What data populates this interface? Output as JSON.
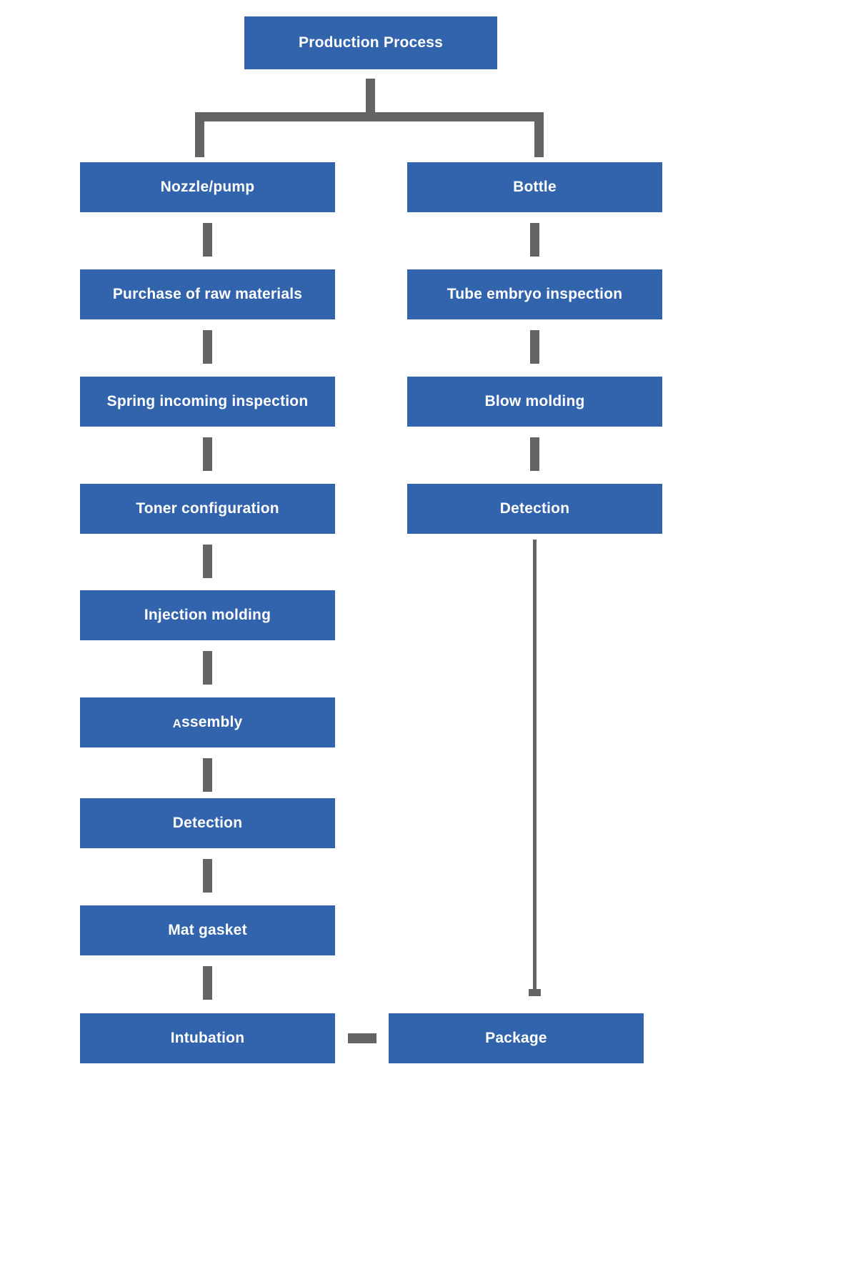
{
  "diagram": {
    "title": "Production Process Flowchart",
    "theme": {
      "node_fill": "#3264ad",
      "node_text": "#ffffff",
      "connector": "#646464",
      "background": "#ffffff"
    },
    "root": {
      "label": "Production Process"
    },
    "branches": [
      {
        "name": "nozzle-pump-branch",
        "head": "Nozzle/pump",
        "steps": [
          "Purchase of raw materials",
          "Spring incoming inspection",
          "Toner configuration",
          "Injection molding",
          "Assembly",
          "Detection",
          "Mat gasket",
          "Intubation"
        ]
      },
      {
        "name": "bottle-branch",
        "head": "Bottle",
        "steps": [
          "Tube embryo inspection",
          "Blow molding",
          "Detection"
        ]
      }
    ],
    "terminal": {
      "label": "Package"
    },
    "node_labels": {
      "root": "Production Process",
      "nozzle_pump": "Nozzle/pump",
      "purchase_raw_materials": "Purchase of raw materials",
      "spring_incoming_inspection": "Spring incoming inspection",
      "toner_configuration": "Toner configuration",
      "injection_molding": "Injection molding",
      "assembly_first": "A",
      "assembly_rest": "ssembly",
      "detection_left": "Detection",
      "mat_gasket": "Mat gasket",
      "intubation": "Intubation",
      "bottle": "Bottle",
      "tube_embryo_inspection": "Tube embryo inspection",
      "blow_molding": "Blow molding",
      "detection_right": "Detection",
      "package": "Package"
    }
  }
}
